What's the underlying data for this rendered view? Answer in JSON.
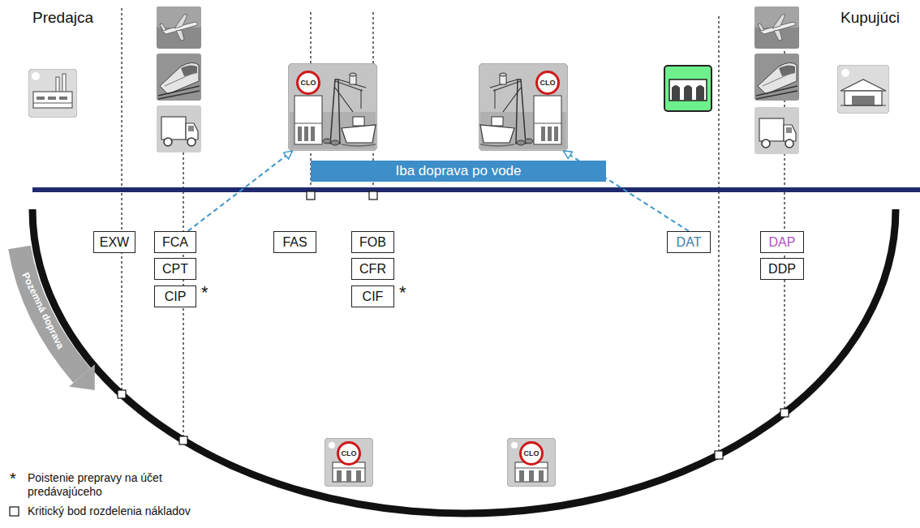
{
  "diagram": {
    "nodes": [
      {
        "text": [
          "CLO"
        ]
      },
      {
        "text": [
          "CLO"
        ]
      },
      {
        "text": [
          "Iba doprava po vode"
        ]
      },
      {
        "text": [
          "EXW"
        ]
      },
      {
        "text": [
          "FCA"
        ]
      },
      {
        "text": [
          "CPT"
        ]
      },
      {
        "text": [
          "CIP"
        ]
      },
      {
        "text": [
          "FAS"
        ]
      },
      {
        "text": [
          "FOB"
        ]
      },
      {
        "text": [
          "CFR"
        ]
      },
      {
        "text": [
          "CIF"
        ]
      },
      {
        "text": [
          "DAT"
        ]
      },
      {
        "text": [
          "DAP"
        ]
      },
      {
        "text": [
          "DDP"
        ]
      },
      {
        "text": [
          "CLO"
        ]
      },
      {
        "text": [
          "CLO"
        ]
      }
    ],
    "edges": [
      {
        "from": 4,
        "to": 0,
        "arrow": "to"
      },
      {
        "from": 11,
        "to": 1,
        "arrow": "to"
      }
    ],
    "labels": [
      "Predajca",
      "Kupujúci",
      "*",
      "*",
      "Pozemná doprava",
      "*"
    ],
    "legend": [
      {
        "text": "Poistenie prepravy na účet predávajúceho"
      },
      {
        "text": "Kritický bod rozdelenia nákladov"
      }
    ]
  }
}
